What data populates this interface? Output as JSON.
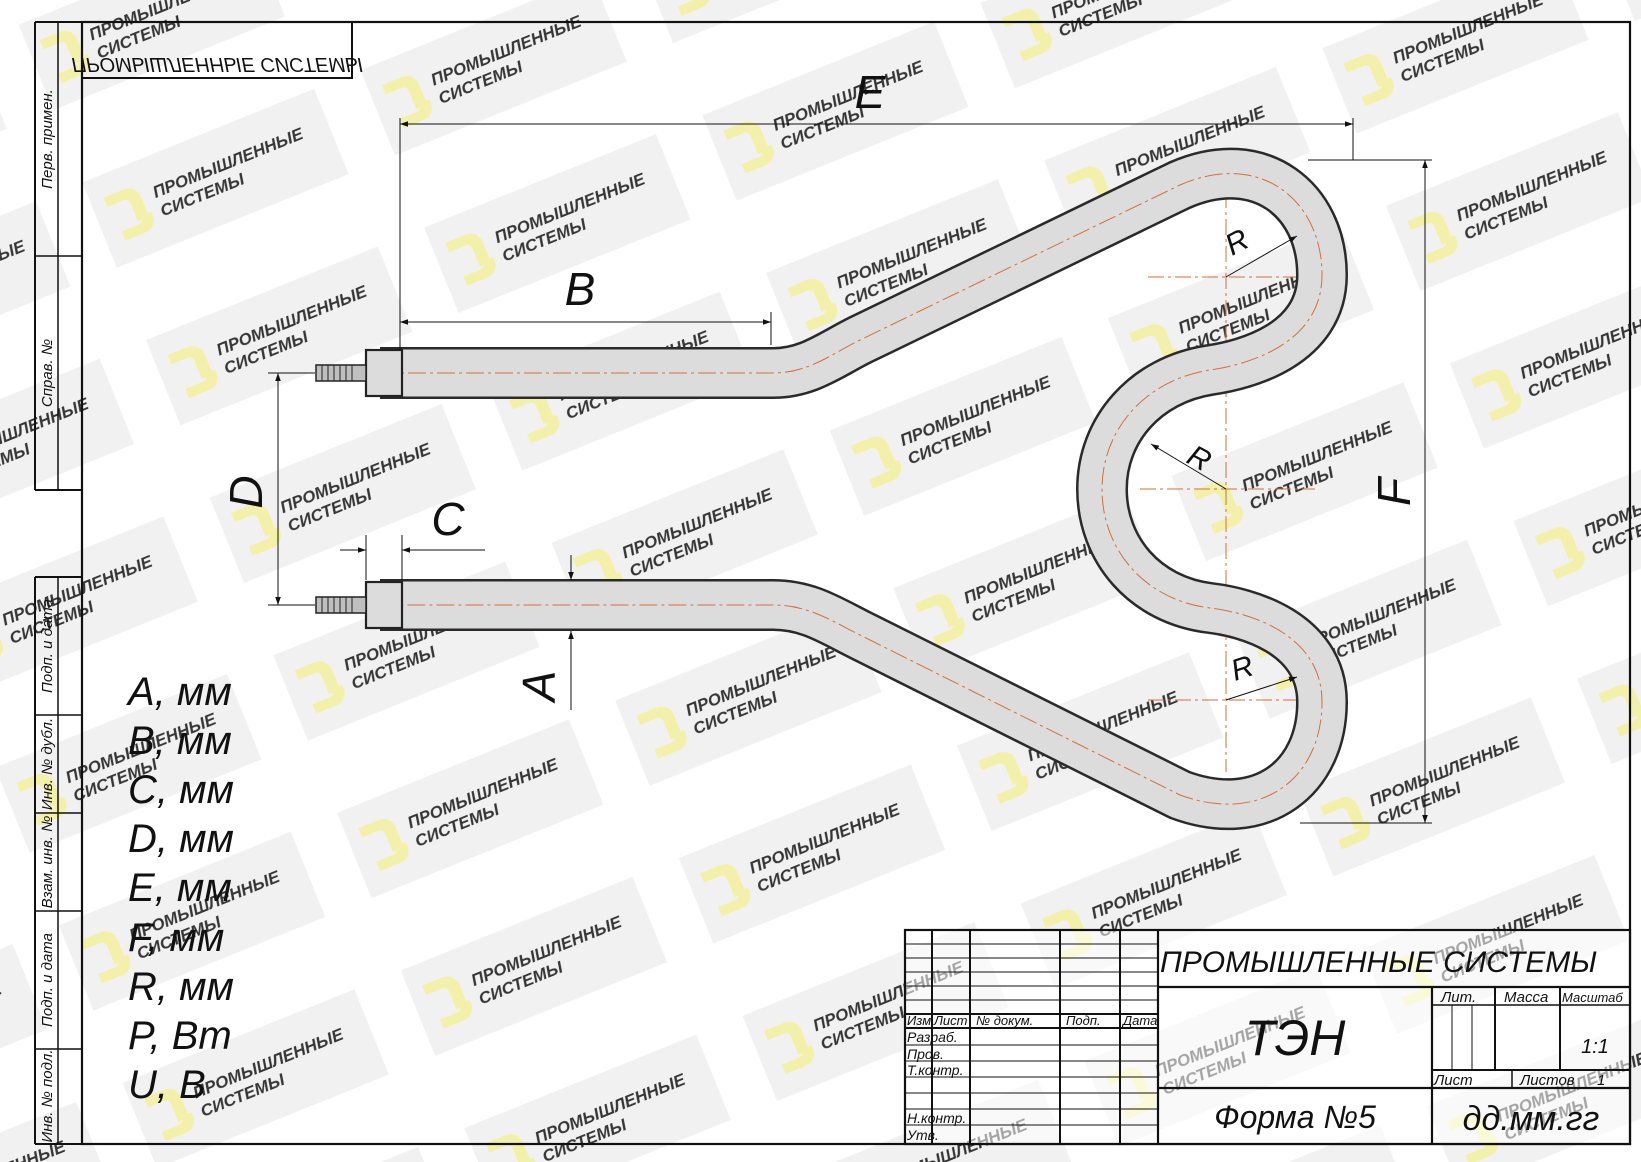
{
  "header_stamp": "ПРОМЫШЛЕННЫЕ СИСТЕМЫ",
  "side_stamps": {
    "perv_primen": "Перв. примен.",
    "sprav_no": "Справ. №",
    "podp_i_data_1": "Подп. и дата",
    "inv_no_dubl": "Инв. № дубл.",
    "vzam_inv_no": "Взам. инв. №",
    "podp_i_data_2": "Подп. и дата",
    "inv_no_podl": "Инв. № подл."
  },
  "dimensions": {
    "E": "E",
    "B": "B",
    "D": "D",
    "C": "C",
    "A": "A",
    "F": "F",
    "R_top": "R",
    "R_mid": "R",
    "R_bottom": "R"
  },
  "parameters": [
    "A, мм",
    "B, мм",
    "C, мм",
    "D, мм",
    "E, мм",
    "F, мм",
    "R, мм",
    "P, Вт",
    "U, В"
  ],
  "title_block": {
    "company": "ПРОМЫШЛЕННЫЕ СИСТЕМЫ",
    "product": "ТЭН",
    "form": "Форма №5",
    "doc_code": "дд.мм.гг",
    "col_izm": "Изм.",
    "col_list": "Лист",
    "col_dokum": "№ докум.",
    "col_podp": "Подп.",
    "col_data": "Дата",
    "row_razrab": "Разраб.",
    "row_prov": "Пров.",
    "row_tkontr": "Т.контр.",
    "row_nkontr": "Н.контр.",
    "row_utv": "Утв.",
    "lit_label": "Лит.",
    "massa_label": "Масса",
    "masshtab_label": "Масштаб",
    "scale_value": "1:1",
    "list_label": "Лист",
    "listov_label": "Листов",
    "listov_value": "1"
  },
  "watermark": {
    "line1": "ПРОМЫШЛЕННЫЕ",
    "line2": "СИСТЕМЫ"
  },
  "colors": {
    "tube_fill": "#dcdcdc",
    "tube_stroke": "#2a2a2a",
    "axis": "#d2703a",
    "watermark_plate": "#efefef",
    "watermark_logo": "#f1ee9a"
  }
}
